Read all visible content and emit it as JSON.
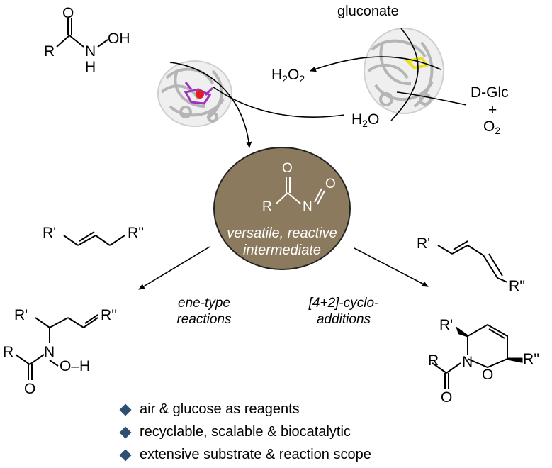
{
  "hydroxamic_acid": {
    "r": "R",
    "o": "O",
    "n": "N",
    "oh": "OH",
    "h": "H"
  },
  "enzyme_cycle": {
    "h2o2_main": "H",
    "h2o2_sub": "2",
    "h2o2_mid": "O",
    "h2o2_end": "2",
    "h2o_main": "H",
    "h2o_sub": "2",
    "h2o_end": "O",
    "gluconate": "gluconate",
    "dglc": "D-Glc",
    "plus": "+",
    "o2_main": "O",
    "o2_sub": "2"
  },
  "intermediate": {
    "r": "R",
    "o": "O",
    "n": "N",
    "o2": "O",
    "caption_line1": "versatile, reactive",
    "caption_line2": "intermediate",
    "fill_color": "#8c7a5e"
  },
  "alkene": {
    "r1": "R'",
    "r2": "R''"
  },
  "diene": {
    "r1": "R'",
    "r2": "R''"
  },
  "reactions": {
    "ene_line1": "ene-type",
    "ene_line2": "reactions",
    "cyclo_line1": "[4+2]-cyclo-",
    "cyclo_line2": "additions"
  },
  "ene_product": {
    "r1": "R'",
    "r2": "R''",
    "r": "R",
    "n": "N",
    "oh": "O–H",
    "o": "O"
  },
  "oxazine_product": {
    "r1": "R'",
    "r2": "R''",
    "r": "R",
    "n": "N",
    "o_ring": "O",
    "o": "O"
  },
  "bullets": [
    "air & glucose as reagents",
    "recyclable, scalable & biocatalytic",
    "extensive substrate & reaction scope"
  ],
  "colors": {
    "bullet": "#2e5070",
    "protein": "#c8c8c8",
    "heme": "#a030c0",
    "fad": "#e8e020"
  }
}
